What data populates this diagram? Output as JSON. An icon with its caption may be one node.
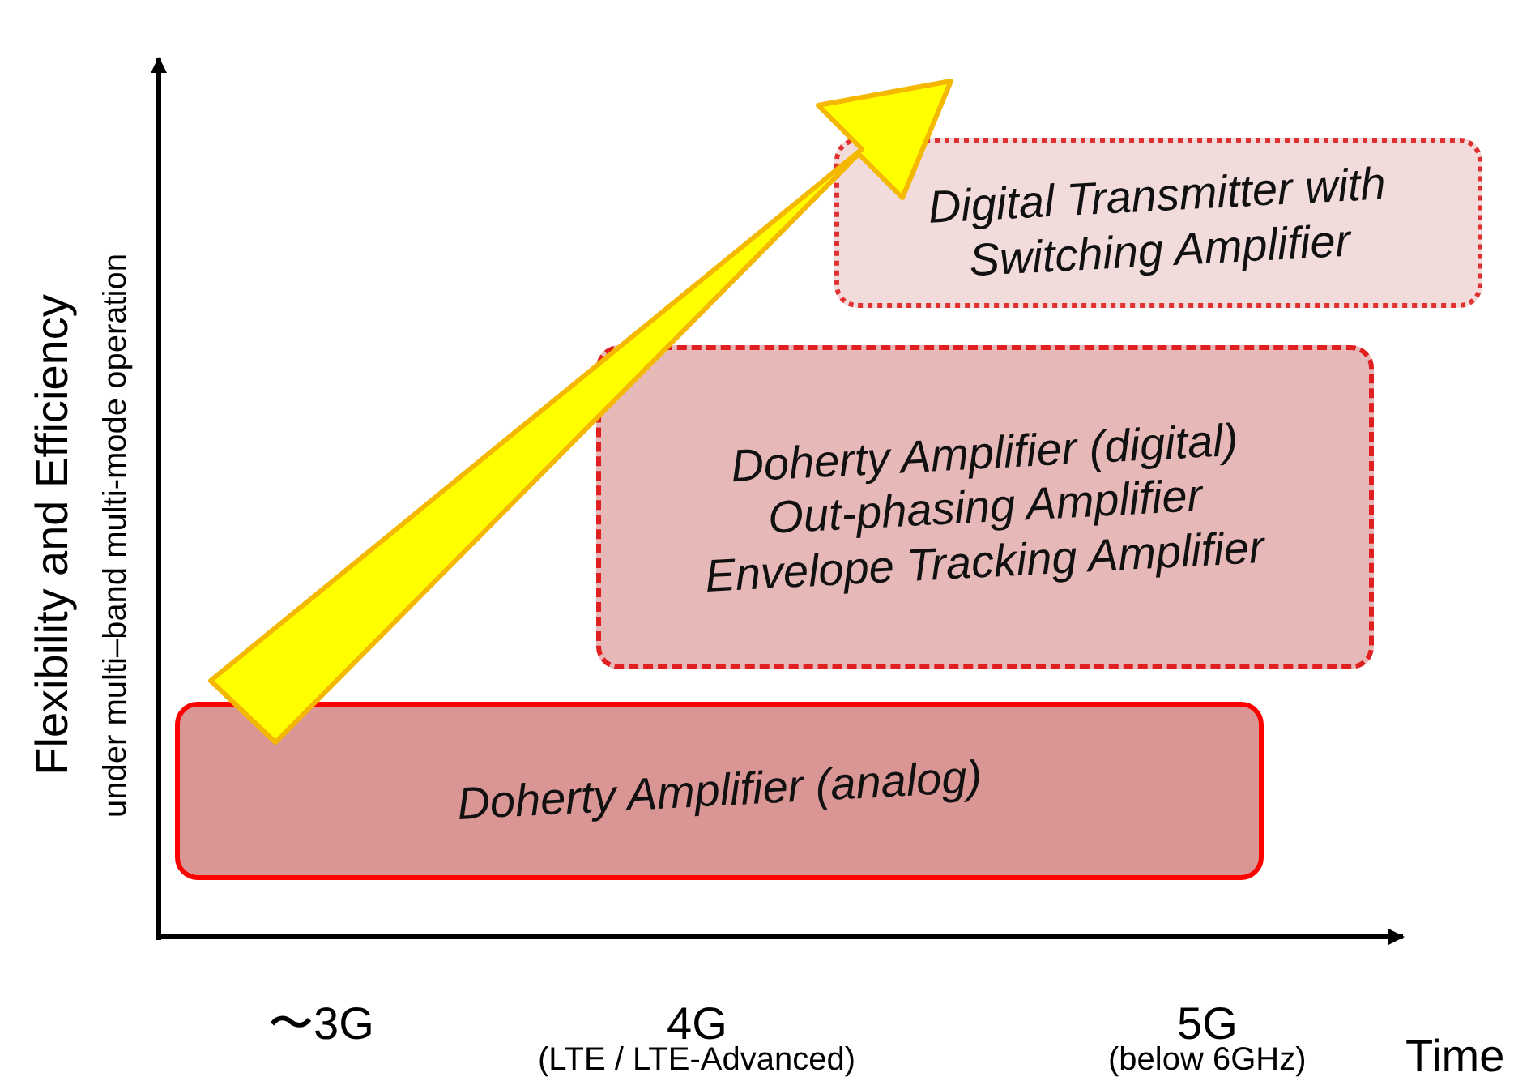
{
  "diagram": {
    "nodes": [
      {
        "text": [
          "Digital Transmitter with Switching Amplifier"
        ]
      },
      {
        "text": [
          "Doherty Amplifier (digital)",
          "Out-phasing Amplifier",
          "Envelope Tracking Amplifier"
        ]
      },
      {
        "text": [
          "Doherty Amplifier (analog)"
        ]
      }
    ],
    "edges": [],
    "labels": [
      "Flexibility and Efficiency",
      "under multi–band multi-mode operation",
      "〜3G",
      "4G",
      "(LTE / LTE-Advanced)",
      "5G",
      "(below 6GHz)",
      "Time"
    ]
  }
}
